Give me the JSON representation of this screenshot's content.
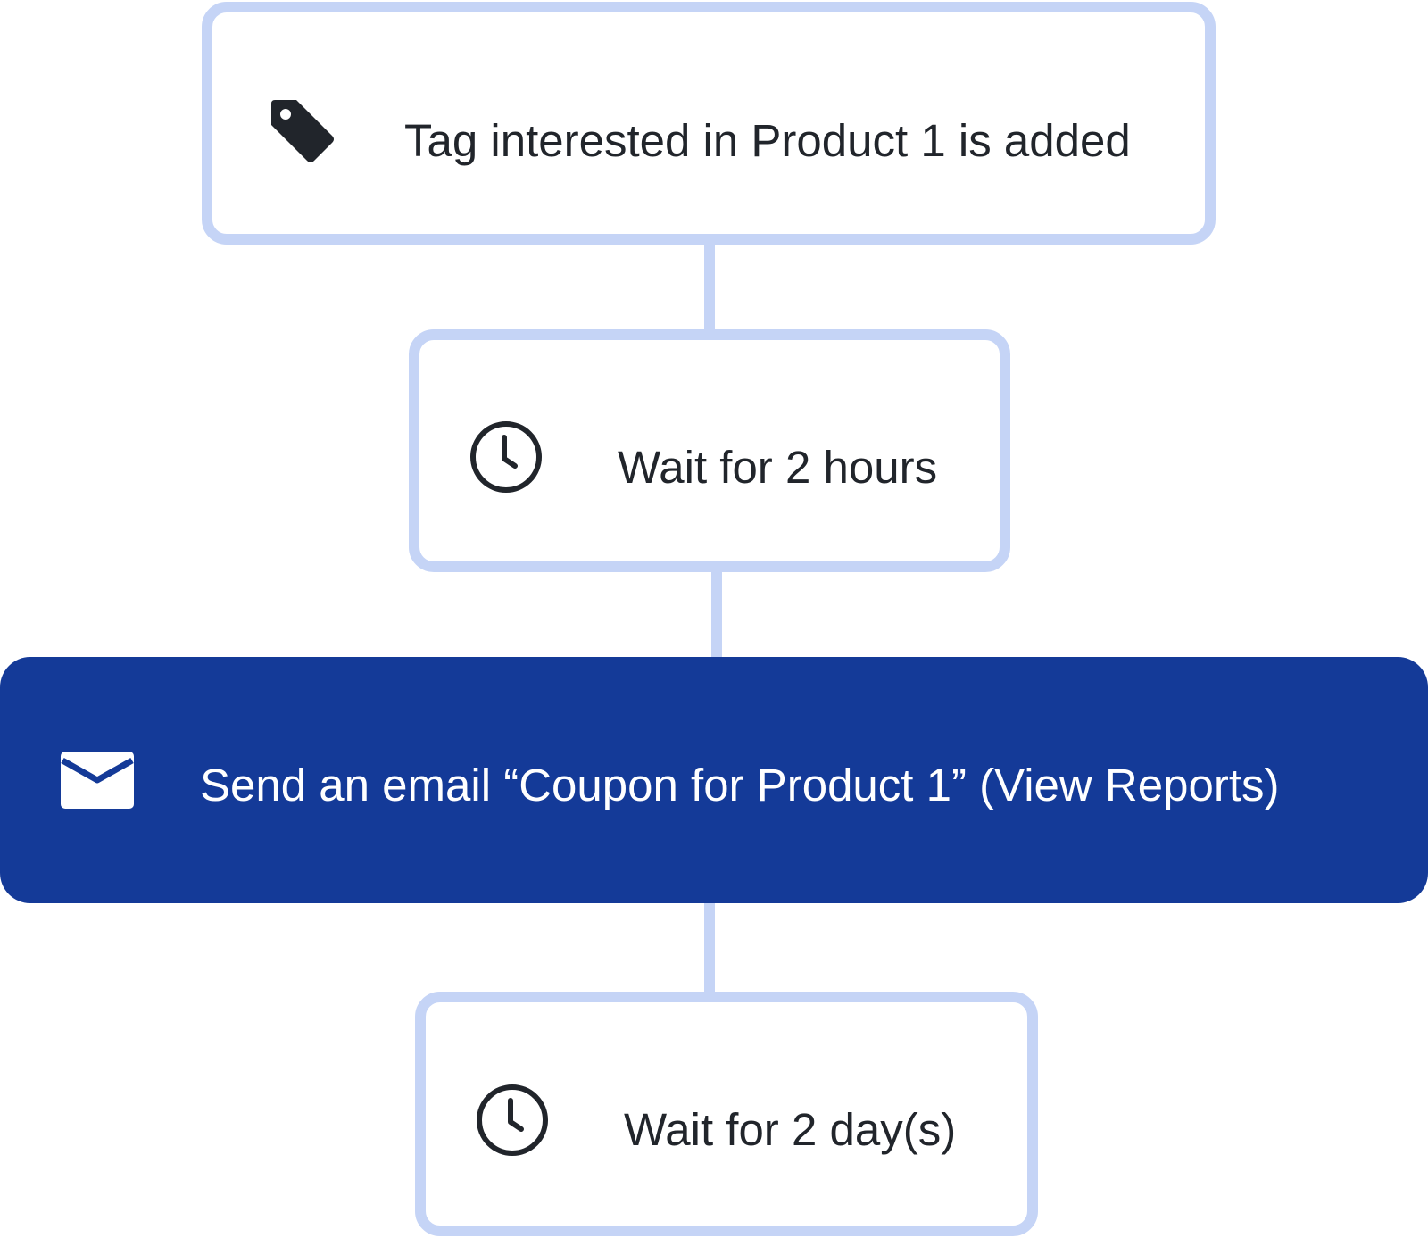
{
  "workflow": {
    "steps": [
      {
        "type": "trigger",
        "icon": "tag-icon",
        "label": "Tag interested in Product 1 is added"
      },
      {
        "type": "wait",
        "icon": "clock-icon",
        "label": "Wait for 2 hours"
      },
      {
        "type": "email",
        "icon": "envelope-icon",
        "label": "Send an email “Coupon for Product 1” (View Reports)"
      },
      {
        "type": "wait",
        "icon": "clock-icon",
        "label": "Wait for 2 day(s)"
      }
    ]
  },
  "colors": {
    "node_border": "#c5d4f6",
    "connector": "#c5d4f6",
    "active_background": "#143a98",
    "text_dark": "#21252b",
    "text_light": "#ffffff",
    "icon_dark": "#21252b"
  }
}
